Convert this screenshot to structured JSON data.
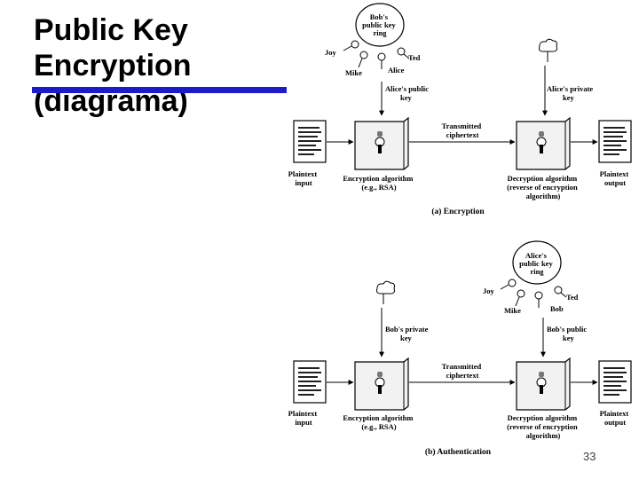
{
  "slide": {
    "title_lines": [
      "Public Key",
      "Encryption",
      "(diagrama)"
    ],
    "page_number": "33",
    "accent_color": "#1c1cc8"
  },
  "encryption": {
    "caption": "(a) Encryption",
    "ring": [
      "Bob's",
      "public key",
      "ring"
    ],
    "ring_members": {
      "left": "Joy",
      "lower_left": "Mike",
      "bottom": "Alice",
      "right": "Ted"
    },
    "input_key": [
      "Alice's public",
      "key"
    ],
    "output_key": [
      "Alice's private",
      "key"
    ],
    "transmitted": [
      "Transmitted",
      "ciphertext"
    ],
    "plaintext_input": [
      "Plaintext",
      "input"
    ],
    "plaintext_output": [
      "Plaintext",
      "output"
    ],
    "algo_enc": [
      "Encryption algorithm",
      "(e.g., RSA)"
    ],
    "algo_dec": [
      "Decryption algorithm",
      "(reverse of encryption",
      "algorithm)"
    ]
  },
  "authentication": {
    "caption": "(b) Authentication",
    "ring": [
      "Alice's",
      "public key",
      "ring"
    ],
    "ring_members": {
      "left": "Joy",
      "lower_left": "Mike",
      "bottom": "Bob",
      "right": "Ted"
    },
    "input_key": [
      "Bob's private",
      "key"
    ],
    "output_key": [
      "Bob's public",
      "key"
    ],
    "transmitted": [
      "Transmitted",
      "ciphertext"
    ],
    "plaintext_input": [
      "Plaintext",
      "input"
    ],
    "plaintext_output": [
      "Plaintext",
      "output"
    ],
    "algo_enc": [
      "Encryption algorithm",
      "(e.g., RSA)"
    ],
    "algo_dec": [
      "Decryption algorithm",
      "(reverse of encryption",
      "algorithm)"
    ]
  },
  "icons": {
    "document": "document-icon",
    "lock_box": "lock-icon",
    "key": "key-icon",
    "cloud_key": "cloud-key-icon"
  }
}
